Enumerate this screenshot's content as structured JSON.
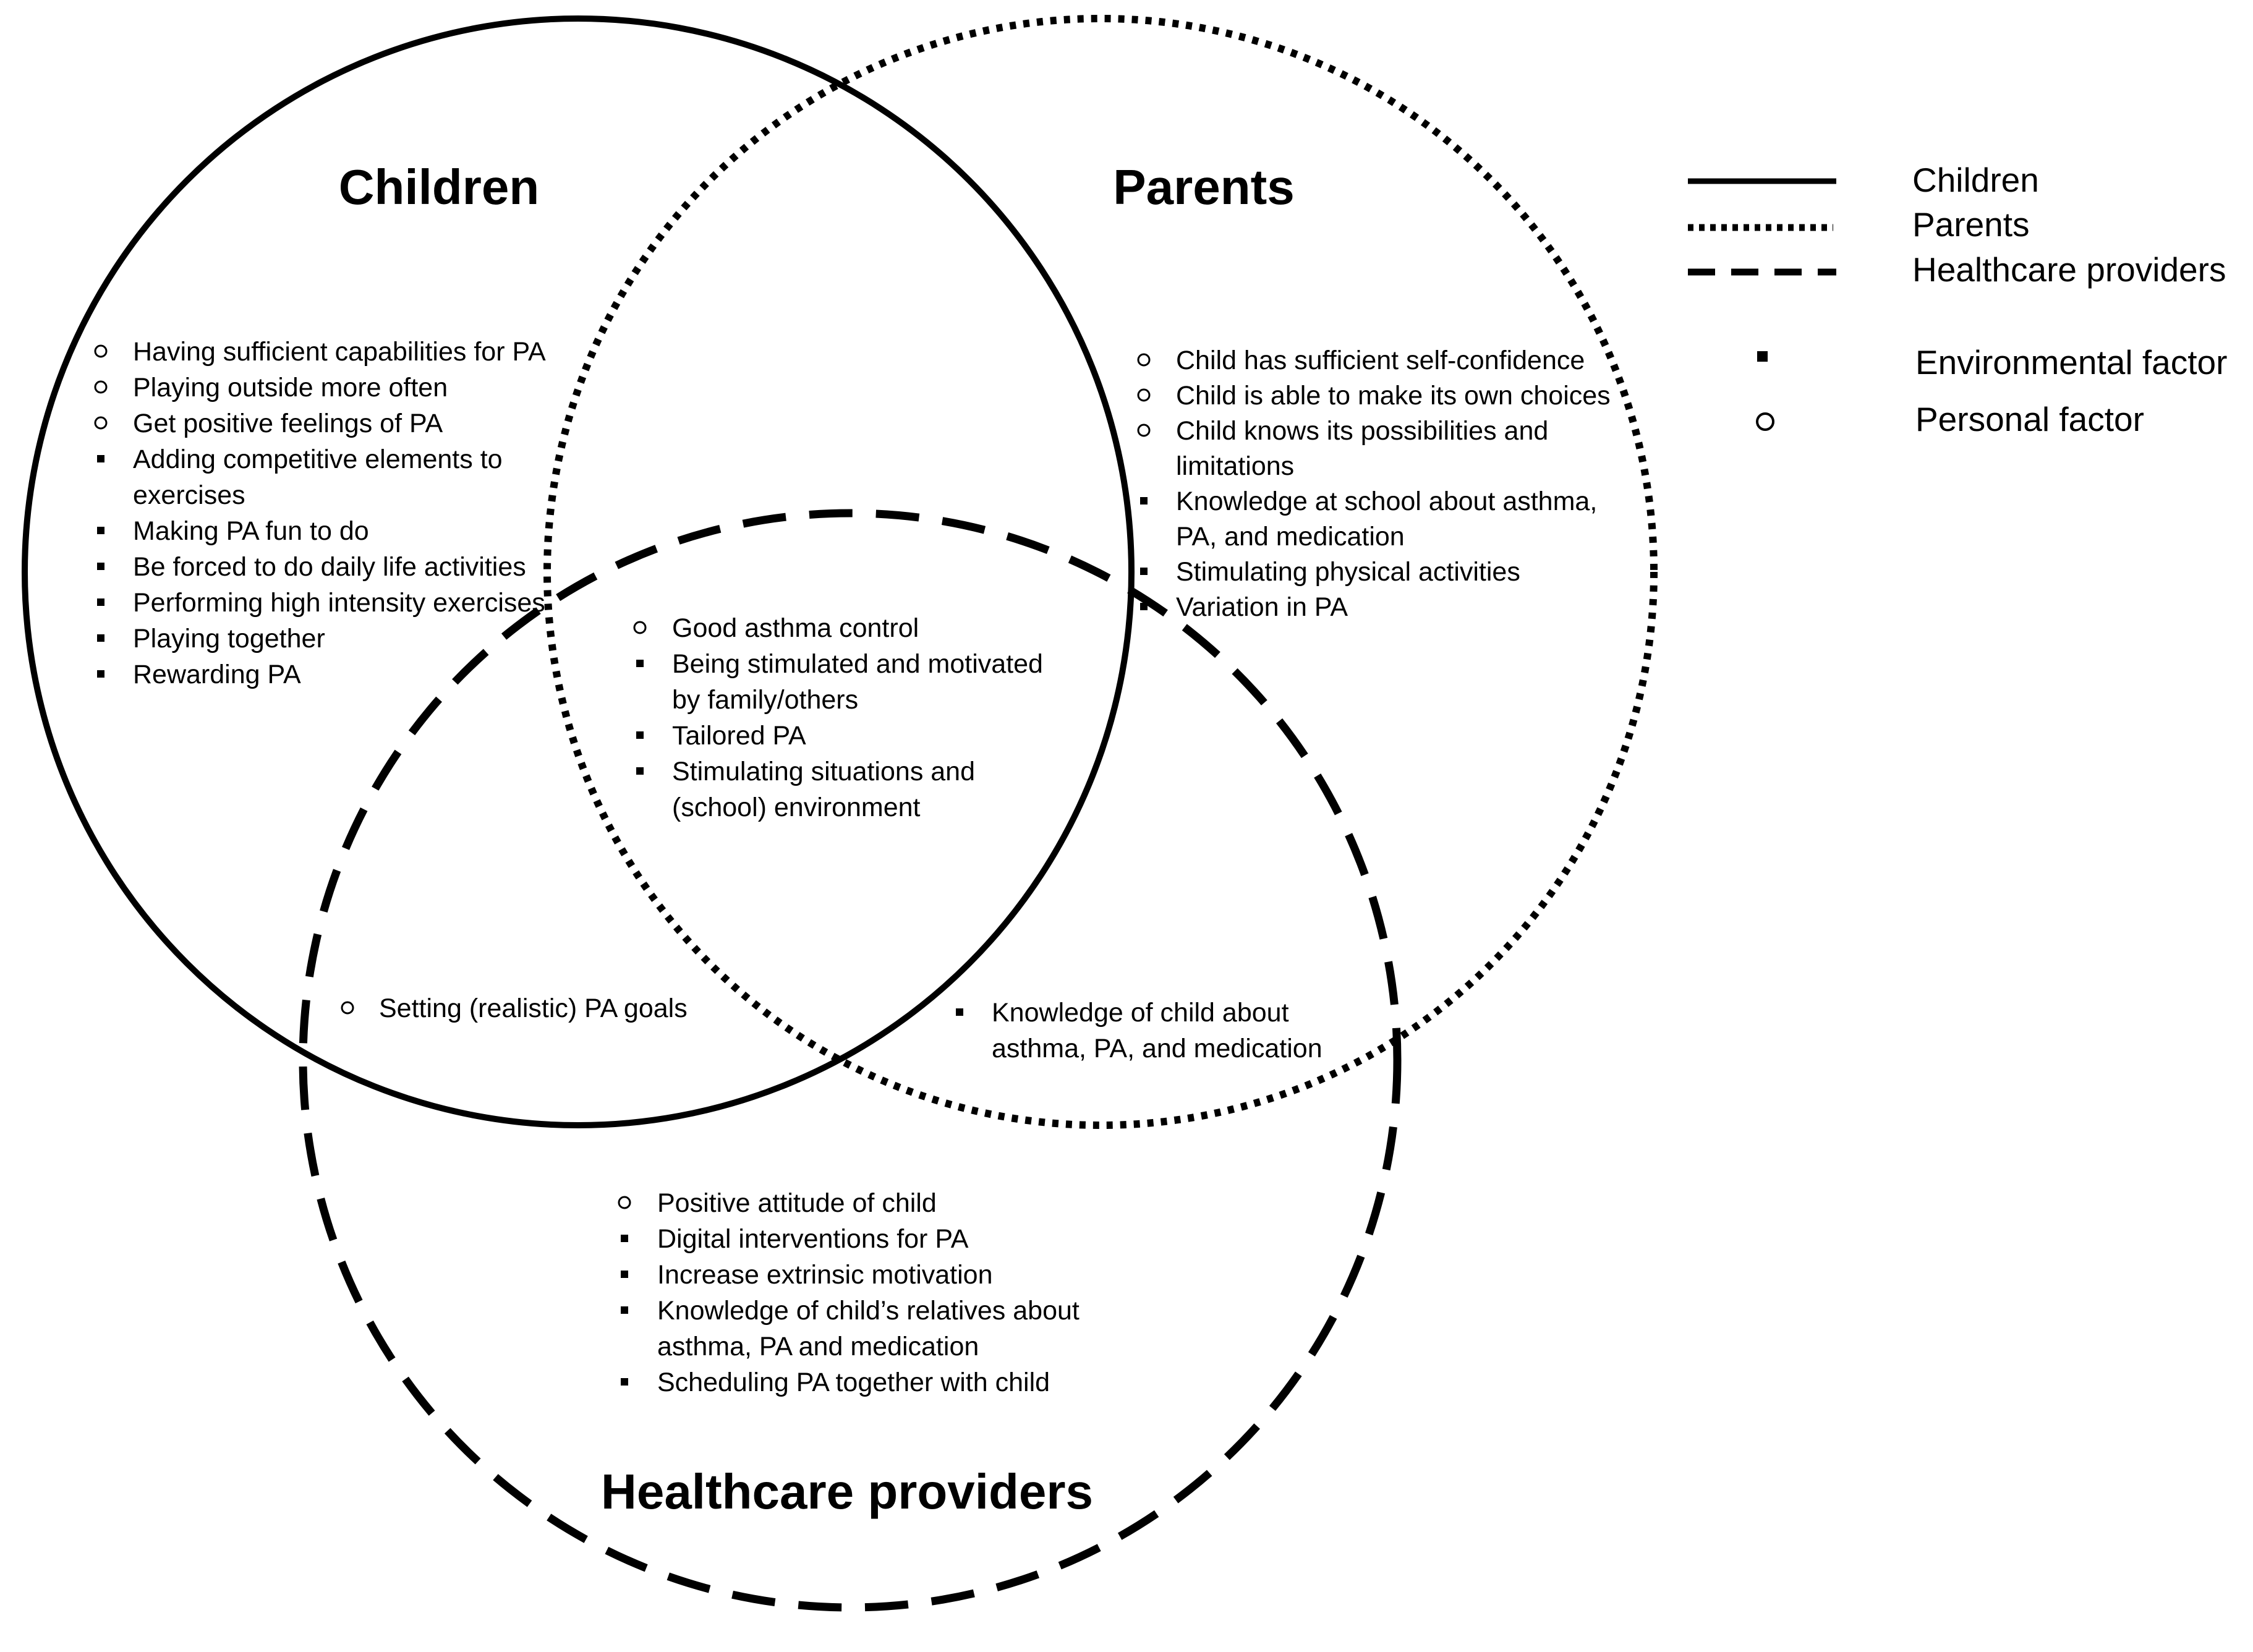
{
  "colors": {
    "stroke": "#000000",
    "background": "#ffffff"
  },
  "markers": {
    "environmental": "square-bullet",
    "personal": "circle-bullet"
  },
  "circles": {
    "children": {
      "title": "Children",
      "style": "solid"
    },
    "parents": {
      "title": "Parents",
      "style": "dotted"
    },
    "healthcare": {
      "title": "Healthcare providers",
      "style": "dashed"
    }
  },
  "legend": {
    "lines": [
      {
        "label": "Children",
        "style": "solid"
      },
      {
        "label": "Parents",
        "style": "dotted"
      },
      {
        "label": "Healthcare providers",
        "style": "dashed"
      }
    ],
    "markers": [
      {
        "label": "Environmental factor",
        "marker": "square"
      },
      {
        "label": "Personal factor",
        "marker": "circle"
      }
    ]
  },
  "groups": {
    "children_only": [
      {
        "marker": "circle",
        "lines": [
          "Having sufficient capabilities for PA"
        ]
      },
      {
        "marker": "circle",
        "lines": [
          "Playing outside more often"
        ]
      },
      {
        "marker": "circle",
        "lines": [
          "Get positive feelings of PA"
        ]
      },
      {
        "marker": "square",
        "lines": [
          "Adding competitive elements to",
          "exercises"
        ]
      },
      {
        "marker": "square",
        "lines": [
          "Making PA fun to do"
        ]
      },
      {
        "marker": "square",
        "lines": [
          "Be forced to do daily life activities"
        ]
      },
      {
        "marker": "square",
        "lines": [
          "Performing high intensity exercises"
        ]
      },
      {
        "marker": "square",
        "lines": [
          "Playing together"
        ]
      },
      {
        "marker": "square",
        "lines": [
          "Rewarding PA"
        ]
      }
    ],
    "parents_only": [
      {
        "marker": "circle",
        "lines": [
          "Child has sufficient self-confidence"
        ]
      },
      {
        "marker": "circle",
        "lines": [
          "Child is able to make its own choices"
        ]
      },
      {
        "marker": "circle",
        "lines": [
          "Child knows its possibilities and",
          "limitations"
        ]
      },
      {
        "marker": "square",
        "lines": [
          "Knowledge at school about asthma,",
          "PA, and medication"
        ]
      },
      {
        "marker": "square",
        "lines": [
          "Stimulating physical activities"
        ]
      },
      {
        "marker": "square",
        "lines": [
          "Variation in PA"
        ]
      }
    ],
    "all_three": [
      {
        "marker": "circle",
        "lines": [
          "Good asthma control"
        ]
      },
      {
        "marker": "square",
        "lines": [
          "Being stimulated and motivated",
          "by family/others"
        ]
      },
      {
        "marker": "square",
        "lines": [
          "Tailored PA"
        ]
      },
      {
        "marker": "square",
        "lines": [
          "Stimulating situations and",
          "(school) environment"
        ]
      }
    ],
    "children_healthcare": [
      {
        "marker": "circle",
        "lines": [
          "Setting (realistic) PA goals"
        ]
      }
    ],
    "parents_healthcare": [
      {
        "marker": "square",
        "lines": [
          "Knowledge of child about",
          "asthma, PA, and medication"
        ]
      }
    ],
    "healthcare_only": [
      {
        "marker": "circle",
        "lines": [
          "Positive attitude of child"
        ]
      },
      {
        "marker": "square",
        "lines": [
          "Digital interventions for PA"
        ]
      },
      {
        "marker": "square",
        "lines": [
          "Increase extrinsic motivation"
        ]
      },
      {
        "marker": "square",
        "lines": [
          "Knowledge of child’s relatives about",
          "asthma, PA and medication"
        ]
      },
      {
        "marker": "square",
        "lines": [
          "Scheduling PA together with child"
        ]
      }
    ]
  }
}
